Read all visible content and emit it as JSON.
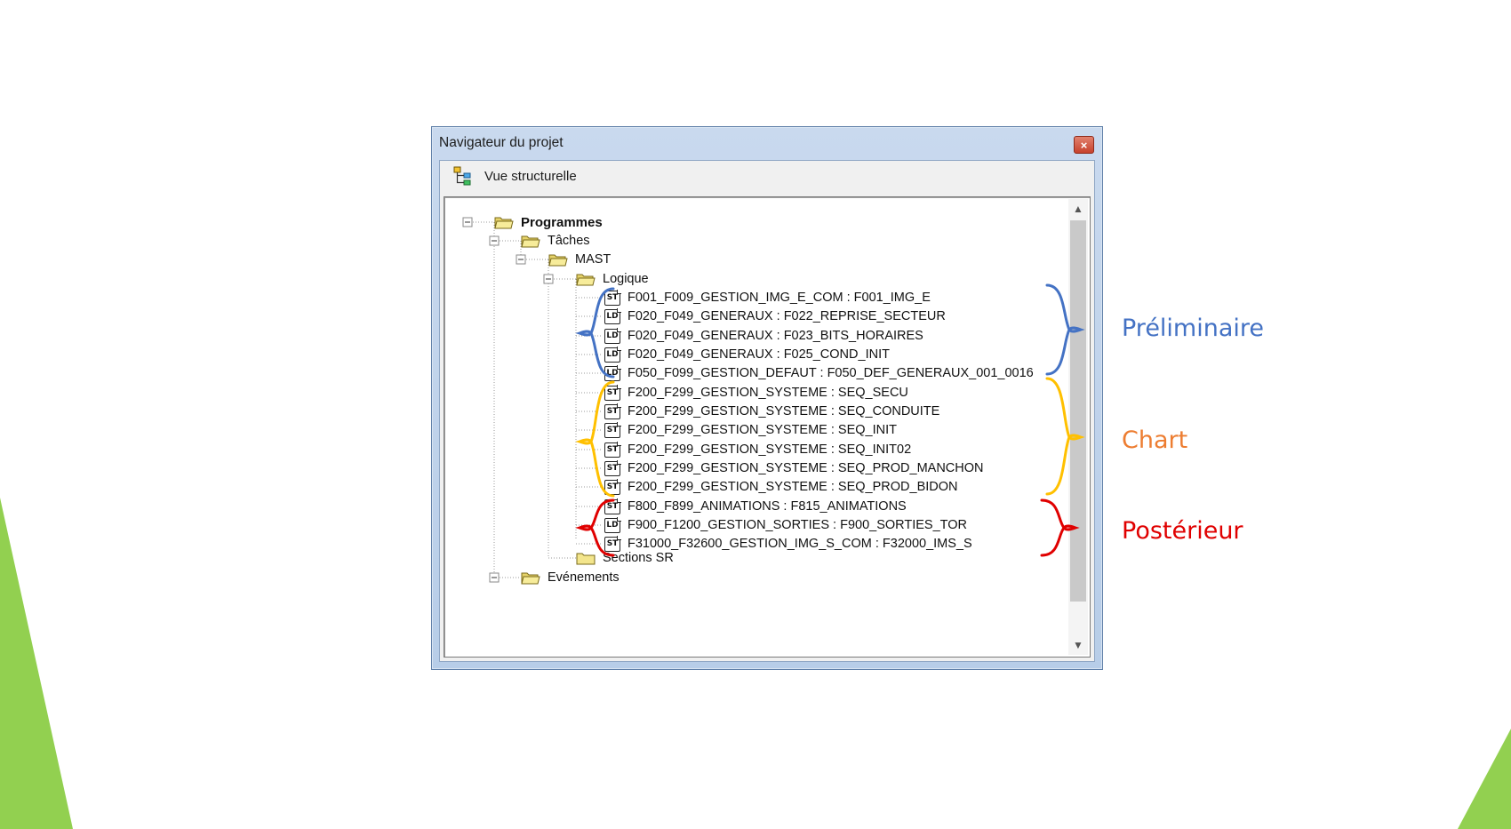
{
  "window": {
    "title": "Navigateur du projet",
    "close_glyph": "×",
    "view_label": "Vue structurelle",
    "view_icon": "structural-view-icon"
  },
  "tree": {
    "root": "Programmes",
    "taches": "Tâches",
    "mast": "MAST",
    "logique": "Logique",
    "items": [
      {
        "type": "ST",
        "label": "F001_F009_GESTION_IMG_E_COM : F001_IMG_E"
      },
      {
        "type": "LD",
        "label": "F020_F049_GENERAUX : F022_REPRISE_SECTEUR"
      },
      {
        "type": "LD",
        "label": "F020_F049_GENERAUX : F023_BITS_HORAIRES"
      },
      {
        "type": "LD",
        "label": "F020_F049_GENERAUX : F025_COND_INIT"
      },
      {
        "type": "LD",
        "label": "F050_F099_GESTION_DEFAUT : F050_DEF_GENERAUX_001_0016"
      },
      {
        "type": "ST",
        "label": "F200_F299_GESTION_SYSTEME : SEQ_SECU"
      },
      {
        "type": "ST",
        "label": "F200_F299_GESTION_SYSTEME : SEQ_CONDUITE"
      },
      {
        "type": "ST",
        "label": "F200_F299_GESTION_SYSTEME : SEQ_INIT"
      },
      {
        "type": "ST",
        "label": "F200_F299_GESTION_SYSTEME : SEQ_INIT02"
      },
      {
        "type": "ST",
        "label": "F200_F299_GESTION_SYSTEME : SEQ_PROD_MANCHON"
      },
      {
        "type": "ST",
        "label": "F200_F299_GESTION_SYSTEME : SEQ_PROD_BIDON"
      },
      {
        "type": "ST",
        "label": "F800_F899_ANIMATIONS : F815_ANIMATIONS"
      },
      {
        "type": "LD",
        "label": "F900_F1200_GESTION_SORTIES : F900_SORTIES_TOR"
      },
      {
        "type": "ST",
        "label": "F31000_F32600_GESTION_IMG_S_COM : F32000_IMS_S"
      }
    ],
    "sections_sr": "Sections SR",
    "evenements": "Evénements"
  },
  "groups": {
    "preliminaire": {
      "label": "Préliminaire",
      "color": "#4472c4"
    },
    "chart": {
      "label": "Chart",
      "color": "#ed7d31",
      "brace_color": "#ffc000"
    },
    "posterieur": {
      "label": "Postérieur",
      "color": "#e00000"
    }
  },
  "colors": {
    "slide_accent": "#92d050",
    "folder": "#f3e58c",
    "title_bar": "#c9d9ee"
  }
}
